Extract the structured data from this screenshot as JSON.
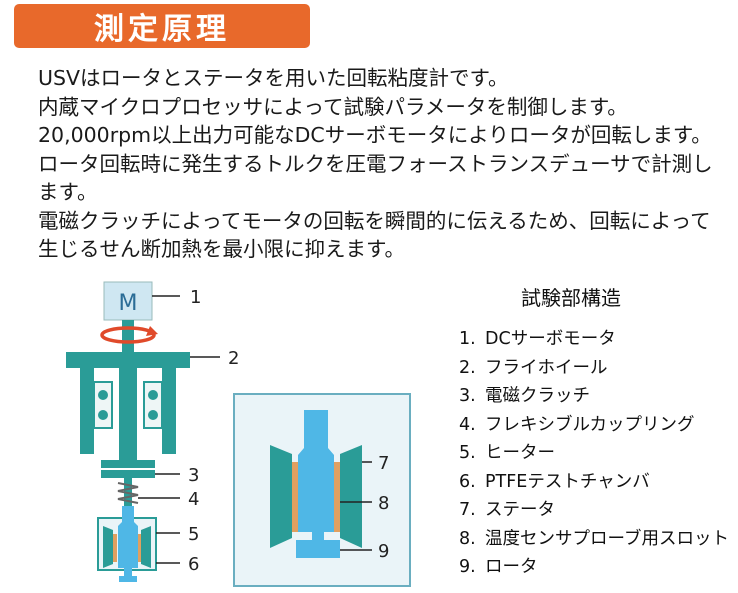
{
  "header": {
    "title": "測定原理"
  },
  "description": {
    "lines": [
      "USVはロータとステータを用いた回転粘度計です。",
      "内蔵マイクロプロセッサによって試験パラメータを制御します。",
      "20,000rpm以上出力可能なDCサーボモータによりロータが回転します。",
      "ロータ回転時に発生するトルクを圧電フォーストランスデューサで計測し",
      "ます。",
      "電磁クラッチによってモータの回転を瞬間的に伝えるため、回転によって",
      "生じるせん断加熱を最小限に抑えます。"
    ]
  },
  "diagram": {
    "motor_label": "M",
    "callouts": [
      "1",
      "2",
      "3",
      "4",
      "5",
      "6",
      "7",
      "8",
      "9"
    ],
    "colors": {
      "teal": "#2a9c97",
      "light_blue": "#4fb7e6",
      "motor_box": "#cfe7f2",
      "arrow_red": "#e04a2a",
      "heater_orange": "#e0a060",
      "inset_bg": "#eaf4f8",
      "spring": "#666666"
    }
  },
  "legend": {
    "title": "試験部構造",
    "items": [
      {
        "num": "1.",
        "label": "DCサーボモータ"
      },
      {
        "num": "2.",
        "label": "フライホイール"
      },
      {
        "num": "3.",
        "label": "電磁クラッチ"
      },
      {
        "num": "4.",
        "label": "フレキシブルカップリング"
      },
      {
        "num": "5.",
        "label": "ヒーター"
      },
      {
        "num": "6.",
        "label": "PTFEテストチャンバ"
      },
      {
        "num": "7.",
        "label": "ステータ"
      },
      {
        "num": "8.",
        "label": "温度センサプローブ用スロット"
      },
      {
        "num": "9.",
        "label": "ロータ"
      }
    ]
  }
}
